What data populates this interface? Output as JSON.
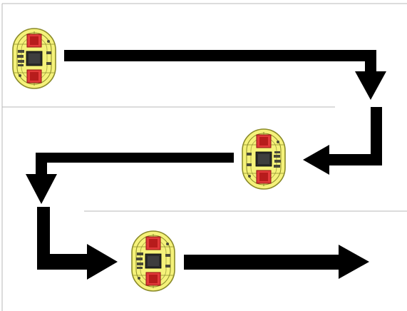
{
  "diagram": {
    "description_nodes": [
      "robot-1",
      "robot-2",
      "robot-3"
    ],
    "colors": {
      "background": "#ffffff",
      "frame_line": "#b8b8b8",
      "arrow": "#000000",
      "hull_fill": "#f5f27a",
      "hull_stroke": "#8a8a2a",
      "wheel_module": "#e23a3a",
      "wheel_dark": "#8e1010",
      "core": "#2a2a2a",
      "detail": "#4a4a38"
    },
    "icons": [
      "robot-vehicle-icon",
      "path-arrow-icon"
    ]
  }
}
